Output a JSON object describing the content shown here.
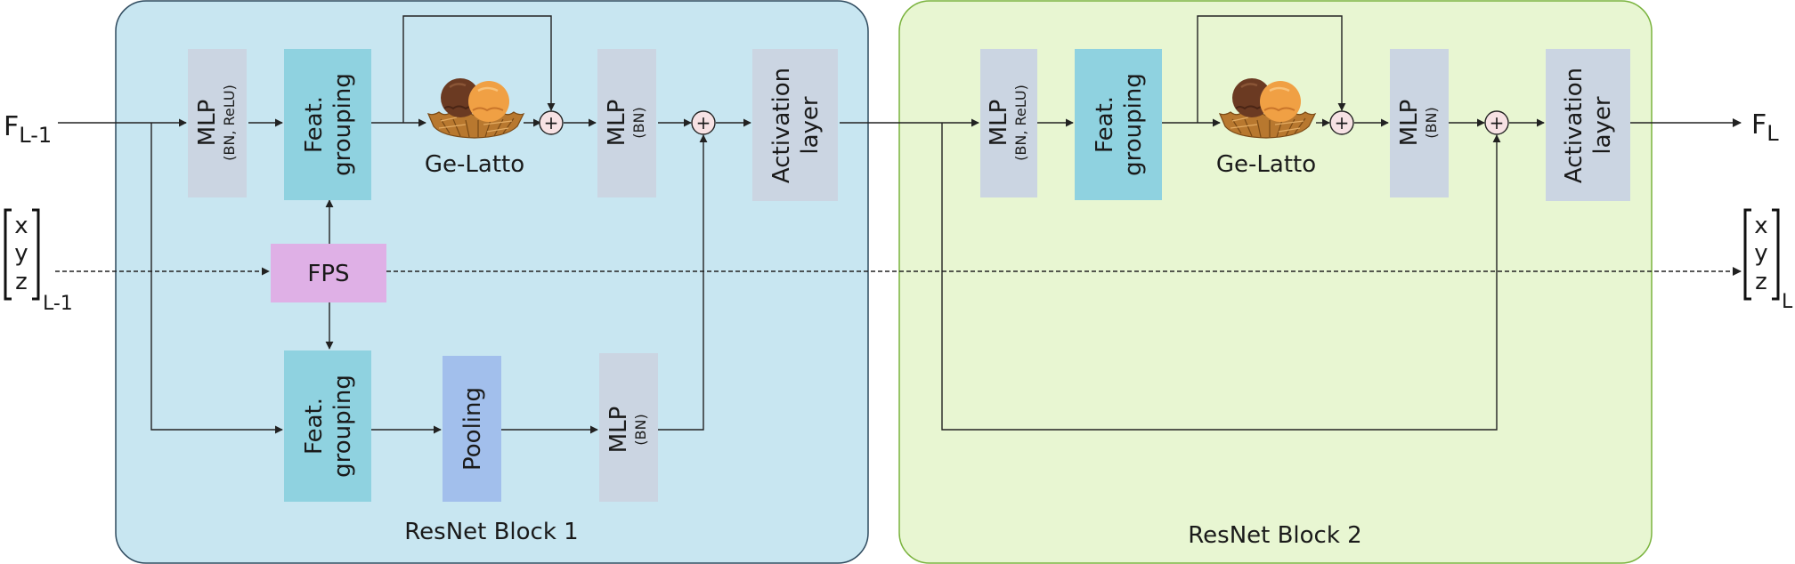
{
  "inputs": {
    "feature_in": {
      "main": "F",
      "sub": "L-1"
    },
    "feature_out": {
      "main": "F",
      "sub": "L"
    },
    "coords_in": {
      "rows": [
        "x",
        "y",
        "z"
      ],
      "sub": "L-1"
    },
    "coords_out": {
      "rows": [
        "x",
        "y",
        "z"
      ],
      "sub": "L"
    }
  },
  "block1": {
    "title": "ResNet Block 1",
    "mlp1": {
      "line1": "MLP",
      "line2": "(BN, ReLU)"
    },
    "feat_grouping_top": {
      "line1": "Feat.",
      "line2": "grouping"
    },
    "gelatto_label": "Ge-Latto",
    "mlp2": {
      "line1": "MLP",
      "line2": "(BN)"
    },
    "activation": {
      "line1": "Activation",
      "line2": "layer"
    },
    "fps": "FPS",
    "feat_grouping_bottom": {
      "line1": "Feat.",
      "line2": "grouping"
    },
    "pooling": "Pooling",
    "mlp3": {
      "line1": "MLP",
      "line2": "(BN)"
    }
  },
  "block2": {
    "title": "ResNet Block 2",
    "mlp1": {
      "line1": "MLP",
      "line2": "(BN, ReLU)"
    },
    "feat_grouping": {
      "line1": "Feat.",
      "line2": "grouping"
    },
    "gelatto_label": "Ge-Latto",
    "mlp2": {
      "line1": "MLP",
      "line2": "(BN)"
    },
    "activation": {
      "line1": "Activation",
      "line2": "layer"
    }
  },
  "sum_symbol": "+",
  "colors": {
    "block1_bg": "#c8e6f1",
    "block1_border": "#2e4a5e",
    "block2_bg": "#e8f6d2",
    "block2_border": "#7ab33e",
    "mlp": "#cbd5e2",
    "feat_grouping": "#8fd2e0",
    "fps": "#dfb0e6",
    "pooling": "#a2bfec",
    "sum_fill": "#f7e2e4"
  }
}
